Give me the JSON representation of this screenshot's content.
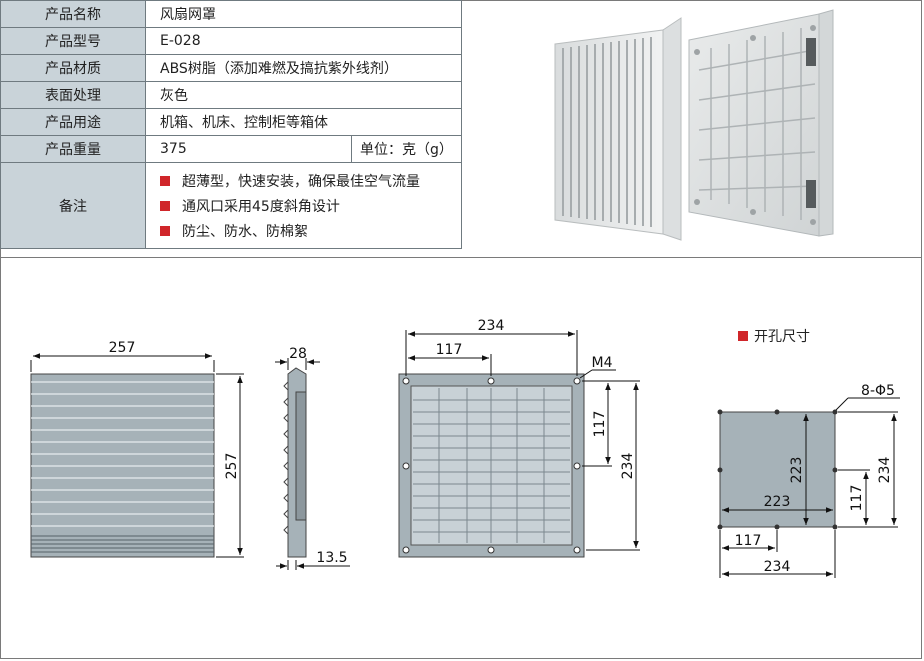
{
  "spec": {
    "rows": [
      {
        "label": "产品名称",
        "value": "风扇网罩"
      },
      {
        "label": "产品型号",
        "value": "E-028"
      },
      {
        "label": "产品材质",
        "value": "ABS树脂（添加难燃及搞抗紫外线剂）"
      },
      {
        "label": "表面处理",
        "value": "灰色"
      },
      {
        "label": "产品用途",
        "value": "机箱、机床、控制柜等箱体"
      }
    ],
    "weight": {
      "label": "产品重量",
      "value": "375",
      "unit": "单位：克（g）"
    },
    "notes": {
      "label": "备注",
      "items": [
        "超薄型，快速安装，确保最佳空气流量",
        "通风口采用45度斜角设计",
        "防尘、防水、防棉絮"
      ]
    }
  },
  "colors": {
    "label_bg": "#c9d3d9",
    "bullet": "#d0262a",
    "part_fill": "#a9b5bb",
    "grid_fill": "#c8d1d6"
  },
  "drawings": {
    "front": {
      "width": "257",
      "height": "257"
    },
    "side": {
      "depth": "28",
      "lip": "13.5"
    },
    "back": {
      "width": "234",
      "half": "117",
      "height": "234",
      "half_v": "117",
      "screw": "M4"
    },
    "cutout": {
      "title": "开孔尺寸",
      "holes": "8-Φ5",
      "inner_w": "223",
      "inner_h": "223",
      "outer_w": "234",
      "outer_h": "234",
      "half_w": "117",
      "half_h": "117"
    }
  }
}
